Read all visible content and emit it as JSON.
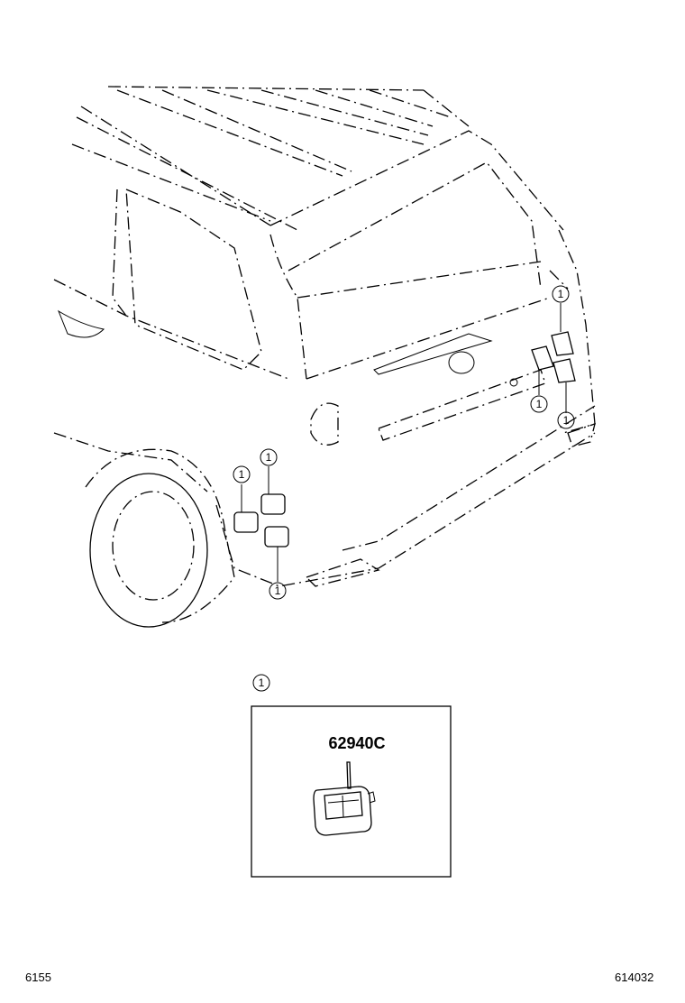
{
  "callout_number": "1",
  "legend": {
    "ref": "1",
    "part_number": "62940C"
  },
  "corner_codes": {
    "left": "6155",
    "right": "614032"
  }
}
